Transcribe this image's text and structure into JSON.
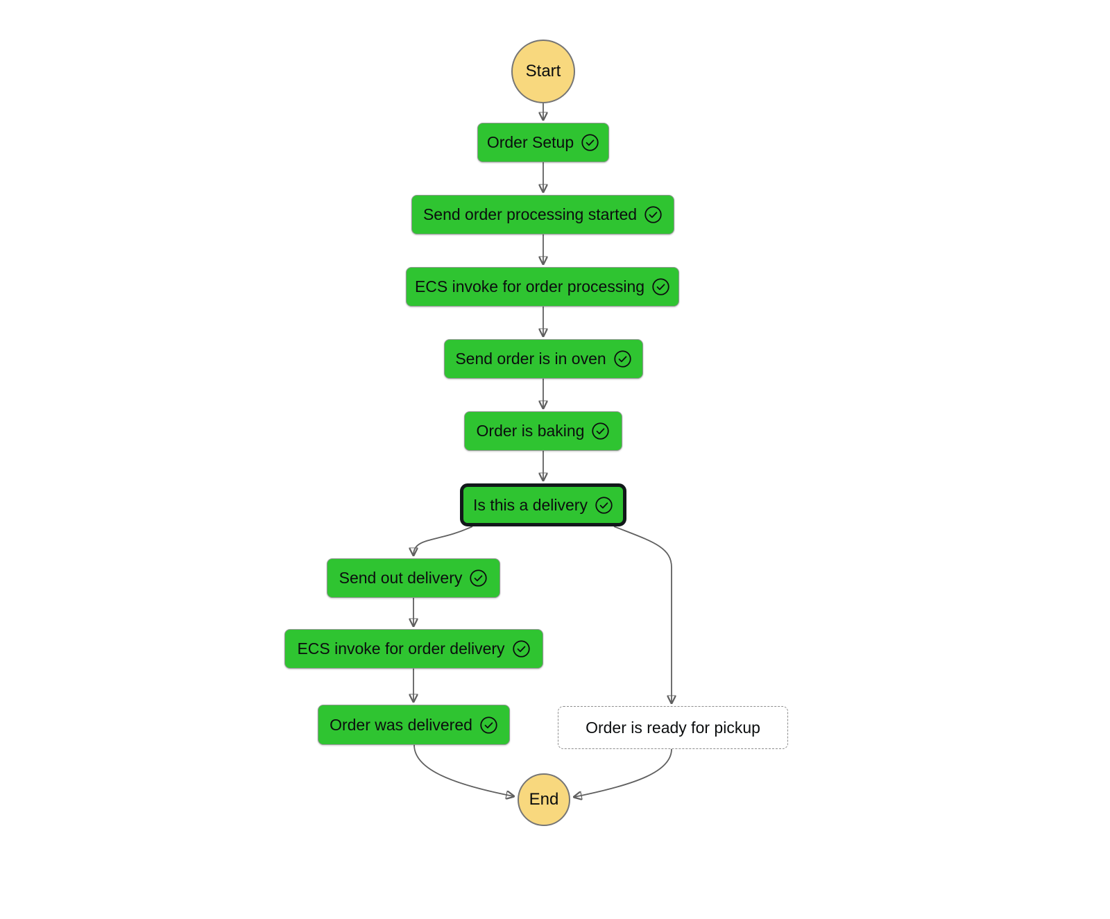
{
  "diagram": {
    "type": "workflow-graph",
    "colors": {
      "task_green": "#2fc431",
      "terminal_yellow": "#f8d87e",
      "edge_gray": "#5f5f5f",
      "selected_border_black": "#12181a",
      "text_black": "#0b0d0e",
      "ghost_border_gray": "#8c8c8c"
    },
    "nodes": {
      "start": {
        "label": "Start",
        "kind": "terminal"
      },
      "order_setup": {
        "label": "Order Setup",
        "kind": "task",
        "status_icon": "check-circle"
      },
      "send_order_processing_started": {
        "label": "Send order processing started",
        "kind": "task",
        "status_icon": "check-circle"
      },
      "ecs_invoke_order_processing": {
        "label": "ECS invoke for order processing",
        "kind": "task",
        "status_icon": "check-circle"
      },
      "send_order_in_oven": {
        "label": "Send order is in oven",
        "kind": "task",
        "status_icon": "check-circle"
      },
      "order_is_baking": {
        "label": "Order is baking",
        "kind": "task",
        "status_icon": "check-circle"
      },
      "is_this_a_delivery": {
        "label": "Is this a delivery",
        "kind": "task",
        "status_icon": "check-circle",
        "selected": true
      },
      "send_out_delivery": {
        "label": "Send out delivery",
        "kind": "task",
        "status_icon": "check-circle"
      },
      "ecs_invoke_order_delivery": {
        "label": "ECS invoke for order delivery",
        "kind": "task",
        "status_icon": "check-circle"
      },
      "order_was_delivered": {
        "label": "Order was delivered",
        "kind": "task",
        "status_icon": "check-circle"
      },
      "order_ready_for_pickup": {
        "label": "Order is ready for pickup",
        "kind": "ghost"
      },
      "end": {
        "label": "End",
        "kind": "terminal"
      }
    },
    "edges": [
      {
        "from": "start",
        "to": "order_setup"
      },
      {
        "from": "order_setup",
        "to": "send_order_processing_started"
      },
      {
        "from": "send_order_processing_started",
        "to": "ecs_invoke_order_processing"
      },
      {
        "from": "ecs_invoke_order_processing",
        "to": "send_order_in_oven"
      },
      {
        "from": "send_order_in_oven",
        "to": "order_is_baking"
      },
      {
        "from": "order_is_baking",
        "to": "is_this_a_delivery"
      },
      {
        "from": "is_this_a_delivery",
        "to": "send_out_delivery"
      },
      {
        "from": "is_this_a_delivery",
        "to": "order_ready_for_pickup"
      },
      {
        "from": "send_out_delivery",
        "to": "ecs_invoke_order_delivery"
      },
      {
        "from": "ecs_invoke_order_delivery",
        "to": "order_was_delivered"
      },
      {
        "from": "order_was_delivered",
        "to": "end"
      },
      {
        "from": "order_ready_for_pickup",
        "to": "end"
      }
    ]
  }
}
